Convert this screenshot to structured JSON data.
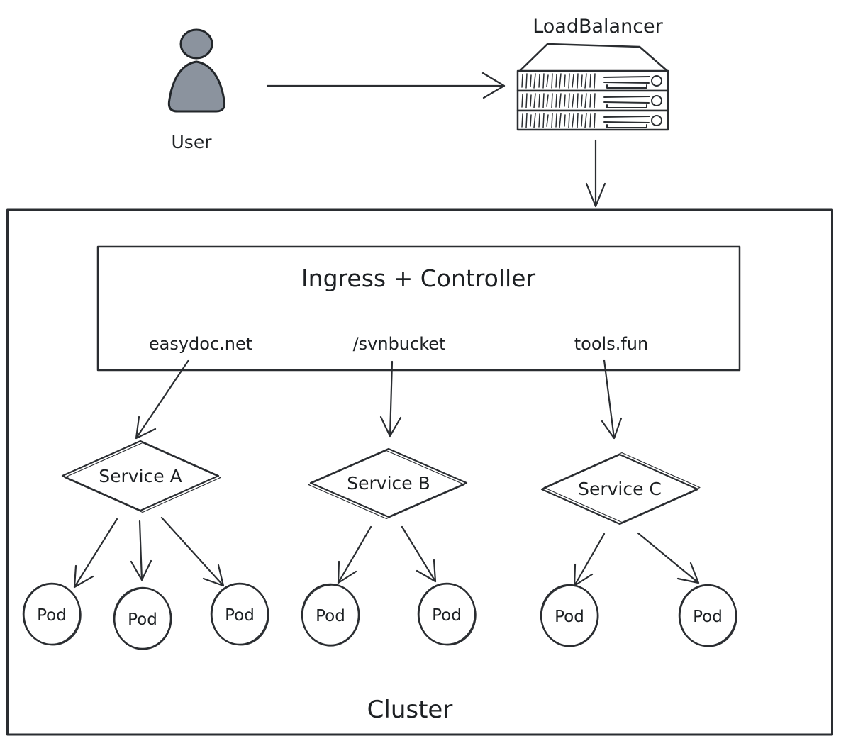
{
  "nodes": {
    "user": {
      "label": "User"
    },
    "load_balancer": {
      "label": "LoadBalancer"
    },
    "ingress": {
      "title": "Ingress + Controller",
      "routes": [
        "easydoc.net",
        "/svnbucket",
        "tools.fun"
      ]
    },
    "services": [
      {
        "label": "Service A"
      },
      {
        "label": "Service B"
      },
      {
        "label": "Service C"
      }
    ],
    "pod_label": "Pod",
    "cluster_label": "Cluster"
  },
  "edges": [
    {
      "from": "user",
      "to": "load_balancer"
    },
    {
      "from": "load_balancer",
      "to": "cluster"
    },
    {
      "from": "route-easydoc.net",
      "to": "service-a"
    },
    {
      "from": "route-/svnbucket",
      "to": "service-b"
    },
    {
      "from": "route-tools.fun",
      "to": "service-c"
    },
    {
      "from": "service-a",
      "to": "pods",
      "pod_count": 3
    },
    {
      "from": "service-b",
      "to": "pods",
      "pod_count": 2
    },
    {
      "from": "service-c",
      "to": "pods",
      "pod_count": 2
    }
  ],
  "colors": {
    "background": "#ffffff",
    "cluster_fill": "#d4d7dd",
    "stroke": "#2a2d31",
    "user_fill": "#8b939e",
    "server_fill": "#ffffff"
  }
}
